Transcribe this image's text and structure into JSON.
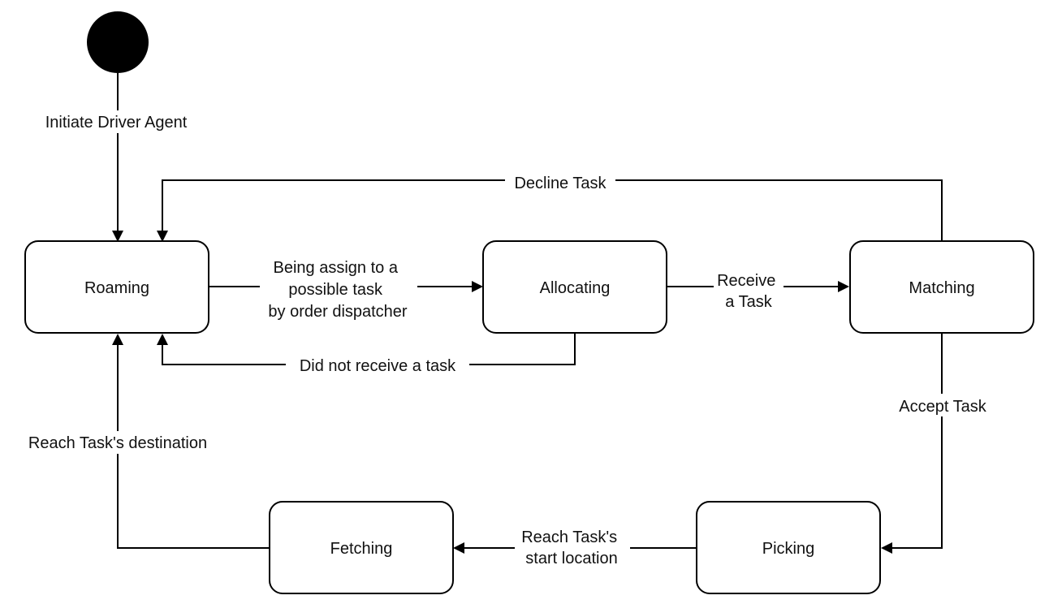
{
  "colors": {
    "stroke": "#000000",
    "fill": "#ffffff",
    "text": "#111111",
    "initial_node": "#000000"
  },
  "states": {
    "roaming": "Roaming",
    "allocating": "Allocating",
    "matching": "Matching",
    "picking": "Picking",
    "fetching": "Fetching"
  },
  "transitions": {
    "initiate": "Initiate Driver Agent",
    "decline": "Decline Task",
    "assign": [
      "Being assign to a",
      "possible task",
      "by order dispatcher"
    ],
    "receive": [
      "Receive",
      "a Task"
    ],
    "not_receive": "Did not receive a task",
    "accept": "Accept Task",
    "reach_start": [
      "Reach Task's",
      "start location"
    ],
    "reach_destination": "Reach Task's destination"
  }
}
